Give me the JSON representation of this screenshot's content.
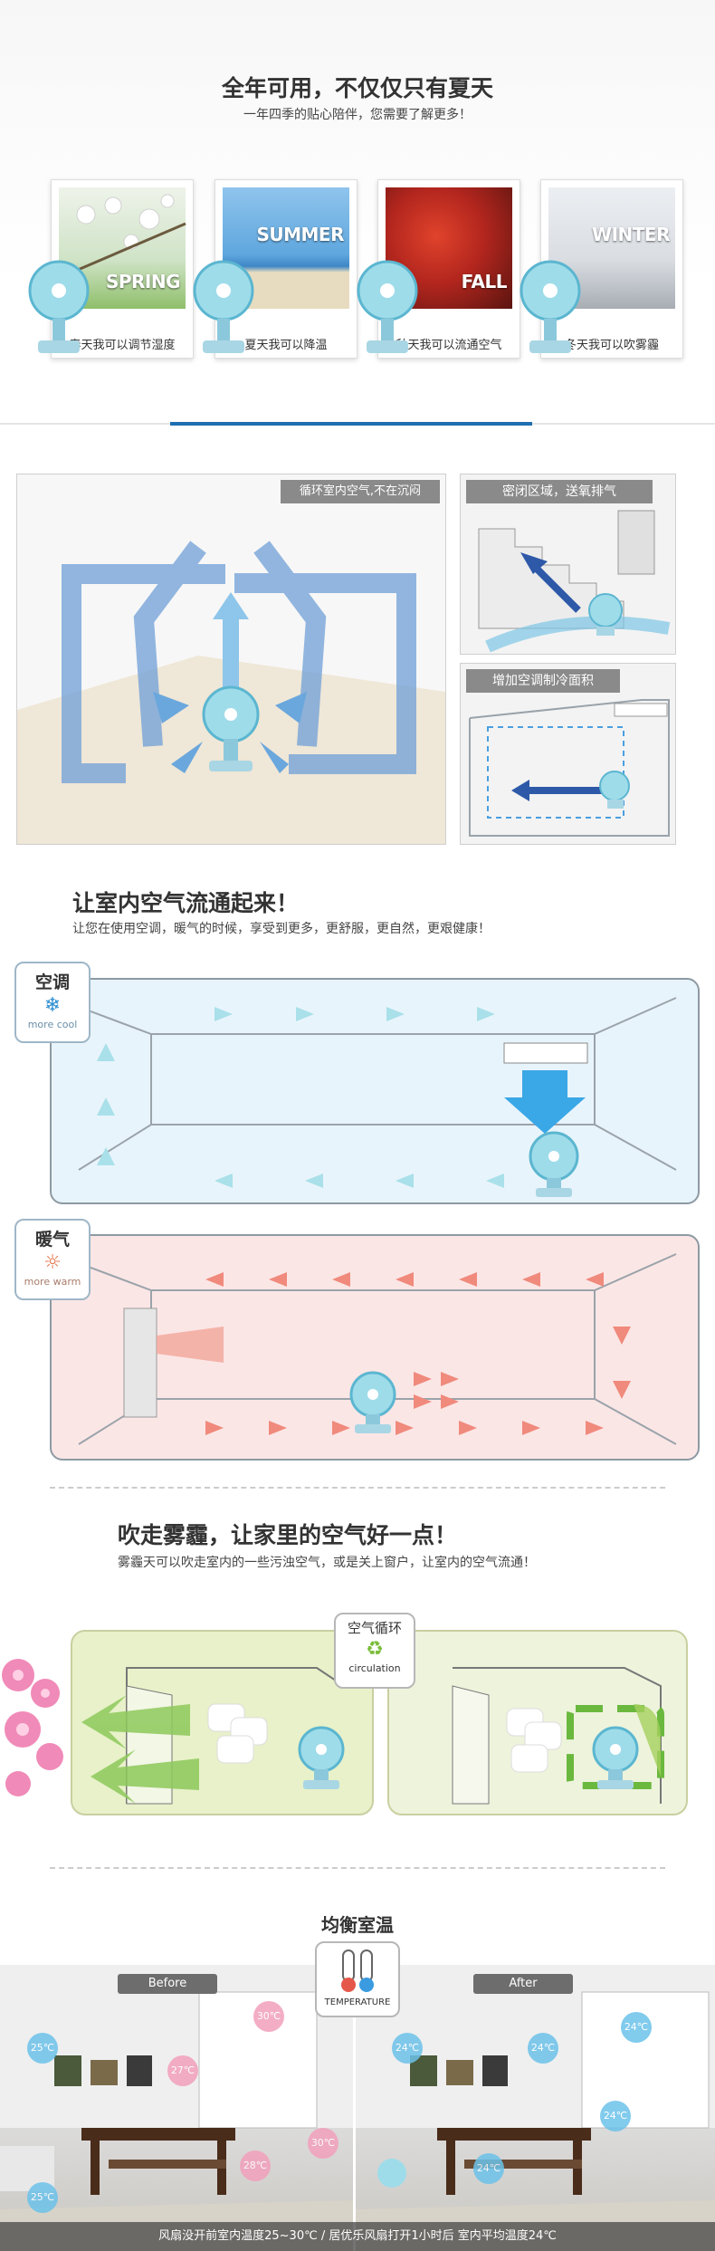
{
  "section1": {
    "title": "全年可用，不仅仅只有夏天",
    "subtitle": "一年四季的贴心陪伴，您需要了解更多！",
    "seasons": [
      {
        "word": "SPRING",
        "caption": "春天我可以调节湿度",
        "sky": "#cfe3c6",
        "ground": "#8fbf6a"
      },
      {
        "word": "SUMMER",
        "caption": "夏天我可以降温",
        "sky": "#5fa7de",
        "ground": "#e8dcc0"
      },
      {
        "word": "FALL",
        "caption": "秋天我可以流通空气",
        "sky": "#b3261e",
        "ground": "#5a1410"
      },
      {
        "word": "WINTER",
        "caption": "冬天我可以吹雾霾",
        "sky": "#d9dde2",
        "ground": "#a8adb4"
      }
    ]
  },
  "section2": {
    "main_tag": "循环室内空气,不在沉闷",
    "tag_top": "密闭区域，送氧排气",
    "tag_bottom": "增加空调制冷面积"
  },
  "section3": {
    "title": "让室内空气流通起来！",
    "subtitle": "让您在使用空调，暖气的时候，享受到更多，更舒服，更自然，更艰健康！",
    "cool_label": "空调",
    "cool_sub": "more cool",
    "warm_label": "暖气",
    "warm_sub": "more warm"
  },
  "section4": {
    "title": "吹走雾霾，让家里的空气好一点！",
    "subtitle": "雾霾天可以吹走室内的一些污浊空气，或是关上窗户，让室内的空气流通！",
    "badge_title": "空气循环",
    "badge_sub": "circulation"
  },
  "section5": {
    "title": "均衡室温",
    "before": "Before",
    "after": "After",
    "temp_badge": "TEMPERATURE",
    "before_temps": [
      "25℃",
      "27℃",
      "30℃",
      "30℃",
      "28℃",
      "25℃"
    ],
    "after_temps": [
      "24℃",
      "24℃",
      "24℃",
      "24℃",
      "24℃"
    ],
    "footer": "风扇没开前室内温度25~30℃ / 居优乐风扇打开1小时后 室内平均温度24℃"
  },
  "colors": {
    "accent_blue": "#1f6fb0",
    "cool_bg": "#e8f4fb",
    "warm_bg": "#fbe6e6",
    "green_bg": "#e8f1c9"
  }
}
